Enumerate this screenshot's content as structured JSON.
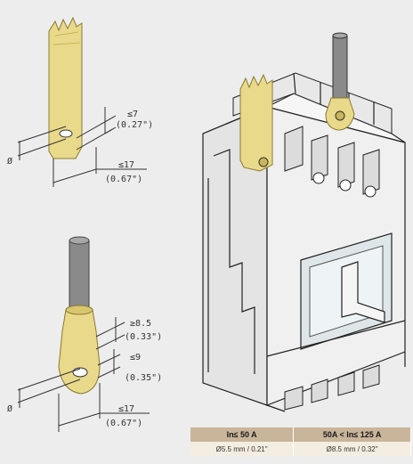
{
  "figure_a": {
    "dim_thickness": "≤7",
    "dim_thickness_in": "(0.27\")",
    "dim_width": "≤17",
    "dim_width_in": "(0.67\")",
    "dim_hole": "Ø"
  },
  "figure_b": {
    "dim_outer": "≥8.5",
    "dim_outer_in": "(0.33\")",
    "dim_thickness": "≤9",
    "dim_thickness_in": "(0.35\")",
    "dim_width": "≤17",
    "dim_width_in": "(0.67\")",
    "dim_hole": "Ø"
  },
  "colors": {
    "busbar": "#e9d98a",
    "busbar_dark": "#c9b55a",
    "breaker": "#ececec",
    "cable": "#8a8a8a",
    "table_header": "#c9b59a",
    "table_cell": "#f4eee2"
  },
  "table": {
    "headers": [
      "In≤ 50 A",
      "50A < In≤ 125 A"
    ],
    "values": [
      "Ø5.5 mm / 0.21\"",
      "Ø8.5 mm / 0.32\""
    ]
  }
}
